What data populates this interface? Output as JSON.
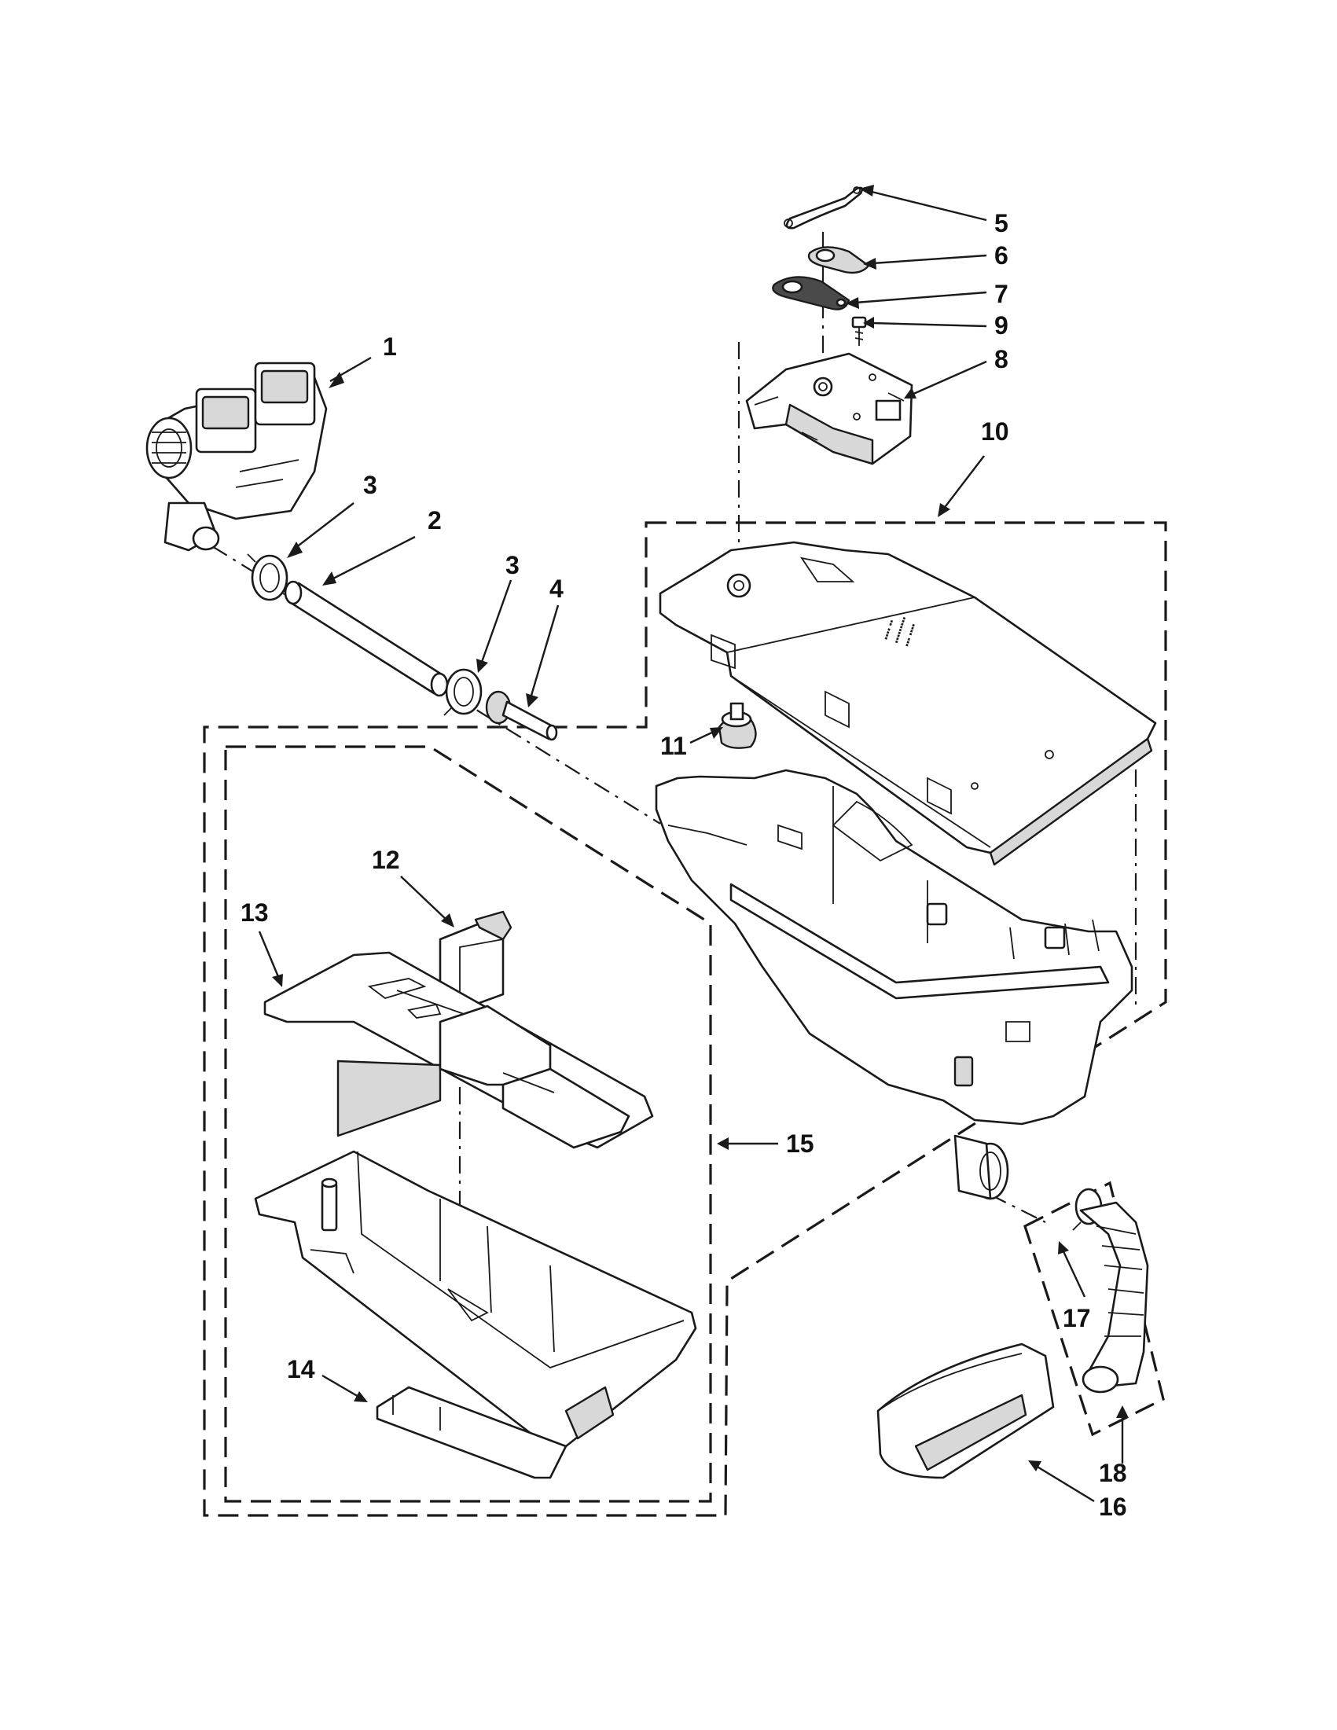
{
  "callouts": [
    {
      "id": "c1",
      "label": "1"
    },
    {
      "id": "c2",
      "label": "2"
    },
    {
      "id": "c3a",
      "label": "3"
    },
    {
      "id": "c3b",
      "label": "3"
    },
    {
      "id": "c4",
      "label": "4"
    },
    {
      "id": "c5",
      "label": "5"
    },
    {
      "id": "c6",
      "label": "6"
    },
    {
      "id": "c7",
      "label": "7"
    },
    {
      "id": "c8",
      "label": "8"
    },
    {
      "id": "c9",
      "label": "9"
    },
    {
      "id": "c10",
      "label": "10"
    },
    {
      "id": "c11",
      "label": "11"
    },
    {
      "id": "c12",
      "label": "12"
    },
    {
      "id": "c13",
      "label": "13"
    },
    {
      "id": "c14",
      "label": "14"
    },
    {
      "id": "c15",
      "label": "15"
    },
    {
      "id": "c16",
      "label": "16"
    },
    {
      "id": "c17",
      "label": "17"
    },
    {
      "id": "c18",
      "label": "18"
    }
  ]
}
